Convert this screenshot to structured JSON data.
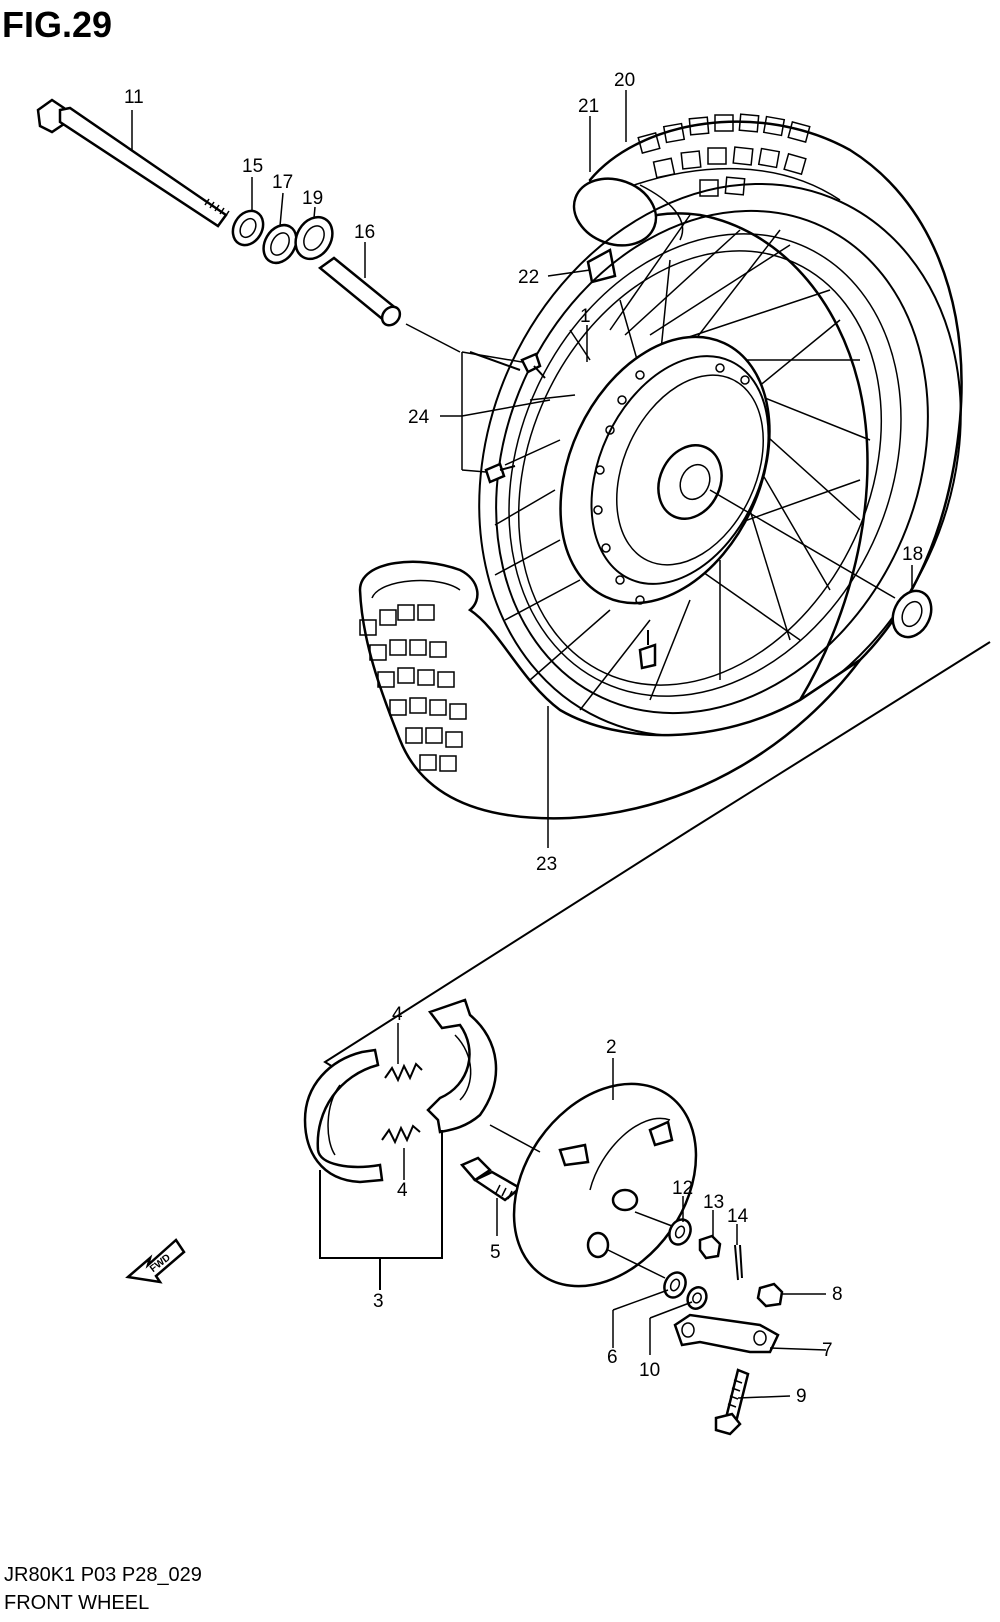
{
  "figure": {
    "title": "FIG.29",
    "code": "JR80K1 P03 P28_029",
    "name": "FRONT WHEEL"
  },
  "callouts": [
    "1",
    "2",
    "3",
    "4",
    "4",
    "5",
    "6",
    "7",
    "8",
    "9",
    "10",
    "11",
    "12",
    "13",
    "14",
    "15",
    "16",
    "17",
    "18",
    "19",
    "20",
    "21",
    "22",
    "23",
    "24"
  ],
  "fwd_arrow_text": "FWD"
}
